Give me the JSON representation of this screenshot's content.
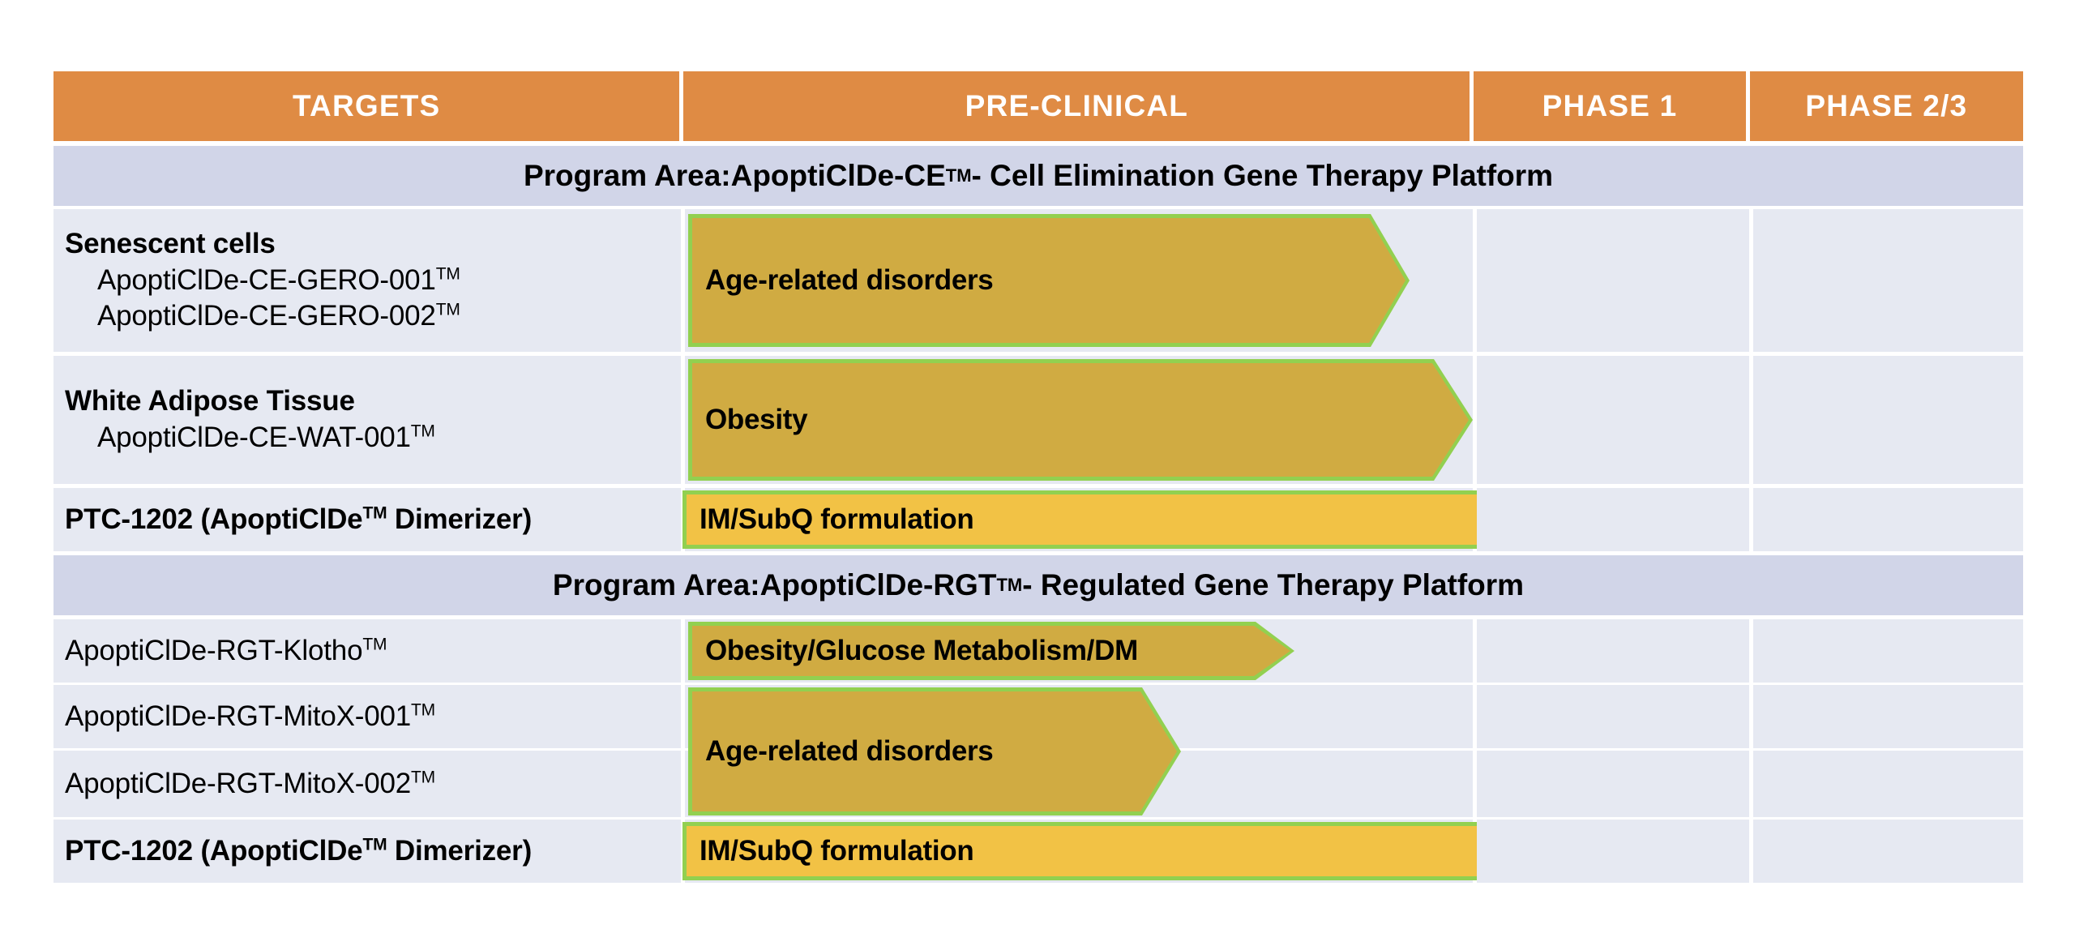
{
  "chart_data": {
    "type": "table",
    "title": "Clinical development pipeline",
    "columns": [
      "TARGETS",
      "PRE-CLINICAL",
      "PHASE 1",
      "PHASE 2/3"
    ],
    "programs": [
      {
        "band": "Program Area: ApoptiClDe-CE™ - Cell Elimination Gene Therapy Platform",
        "band_label": "Program Area: ",
        "band_name": "ApoptiClDe-CE",
        "band_tm": "TM",
        "band_tail": " - Cell Elimination Gene Therapy Platform",
        "rows": [
          {
            "target_bold": "Senescent cells",
            "target_subs": [
              "ApoptiClDe-CE-GERO-001",
              "ApoptiClDe-CE-GERO-002"
            ],
            "sub_tm": "TM",
            "indication": "Age-related disorders",
            "stage": "pre-clinical",
            "progress_pct": 92,
            "fill_color": "#D0AB42",
            "border_color": "#92D050"
          },
          {
            "target_bold": "White Adipose Tissue",
            "target_subs": [
              "ApoptiClDe-CE-WAT-001"
            ],
            "sub_tm": "TM",
            "indication": "Obesity",
            "stage": "pre-clinical",
            "progress_pct": 100,
            "fill_color": "#D0AB42",
            "border_color": "#92D050"
          },
          {
            "target_bold": "PTC-1202 (ApoptiClDe",
            "target_bold_tm": "TM",
            "target_bold_tail": " Dimerizer)",
            "target_subs": [],
            "indication": "IM/SubQ formulation",
            "stage": "pre-clinical",
            "progress_pct": 107,
            "fill_color": "#F2C245",
            "border_color": "#92D050"
          }
        ]
      },
      {
        "band": "Program Area: ApoptiClDe-RGT™ - Regulated Gene Therapy Platform",
        "band_label": "Program Area: ",
        "band_name": "ApoptiClDe-RGT",
        "band_tm": "TM",
        "band_tail": " - Regulated Gene Therapy Platform",
        "rows": [
          {
            "target_plain": "ApoptiClDe-RGT-Klotho",
            "sub_tm": "TM",
            "indication": "Obesity/Glucose Metabolism/DM",
            "stage": "pre-clinical",
            "progress_pct": 75,
            "fill_color": "#D0AB42",
            "border_color": "#92D050"
          },
          {
            "target_plain": "ApoptiClDe-RGT-MitoX-001",
            "sub_tm": "TM",
            "indication": "Age-related disorders",
            "stage": "pre-clinical",
            "progress_pct": 66,
            "fill_color": "#D0AB42",
            "border_color": "#92D050",
            "spans_rows": 2
          },
          {
            "target_plain": "ApoptiClDe-RGT-MitoX-002",
            "sub_tm": "TM",
            "indication": "",
            "stage": "pre-clinical"
          },
          {
            "target_bold": "PTC-1202 (ApoptiClDe",
            "target_bold_tm": "TM",
            "target_bold_tail": " Dimerizer)",
            "indication": "IM/SubQ formulation",
            "stage": "pre-clinical",
            "progress_pct": 107,
            "fill_color": "#F2C245",
            "border_color": "#92D050"
          }
        ]
      }
    ],
    "colors": {
      "header_orange": "#DF8B44",
      "band_lavender": "#D1D5E8",
      "cell_background": "#E6E9F2",
      "arrow_gold": "#D0AB42",
      "arrow_amber": "#F2C245",
      "arrow_border_green": "#92D050",
      "text_black": "#000000",
      "header_text": "#FFFFFF"
    }
  },
  "header": {
    "targets": "TARGETS",
    "preclinical": "PRE-CLINICAL",
    "phase1": "PHASE 1",
    "phase23": "PHASE 2/3"
  },
  "band1": {
    "prefix": "Program Area: ",
    "name": "ApoptiClDe-CE",
    "tm": "TM",
    "tail": " - Cell Elimination Gene Therapy Platform"
  },
  "band2": {
    "prefix": "Program Area: ",
    "name": "ApoptiClDe-RGT",
    "tm": "TM",
    "tail": " - Regulated Gene Therapy Platform"
  },
  "rows": {
    "r1": {
      "bold": "Senescent cells",
      "sub1": "ApoptiClDe-CE-GERO-001",
      "sub1_tm": "TM",
      "sub2": "ApoptiClDe-CE-GERO-002",
      "sub2_tm": "TM",
      "arrow": "Age-related disorders"
    },
    "r2": {
      "bold": "White Adipose Tissue",
      "sub1": "ApoptiClDe-CE-WAT-001",
      "sub1_tm": "TM",
      "arrow": "Obesity"
    },
    "r3": {
      "bold_head": "PTC-1202 (ApoptiClDe",
      "bold_tm": "TM",
      "bold_tail": " Dimerizer)",
      "arrow": "IM/SubQ formulation"
    },
    "r4": {
      "plain": "ApoptiClDe-RGT-Klotho",
      "tm": "TM",
      "arrow": "Obesity/Glucose Metabolism/DM"
    },
    "r5": {
      "plain": "ApoptiClDe-RGT-MitoX-001",
      "tm": "TM",
      "arrow": "Age-related disorders"
    },
    "r6": {
      "plain": "ApoptiClDe-RGT-MitoX-002",
      "tm": "TM"
    },
    "r7": {
      "bold_head": "PTC-1202 (ApoptiClDe",
      "bold_tm": "TM",
      "bold_tail": " Dimerizer)",
      "arrow": "IM/SubQ formulation"
    }
  }
}
